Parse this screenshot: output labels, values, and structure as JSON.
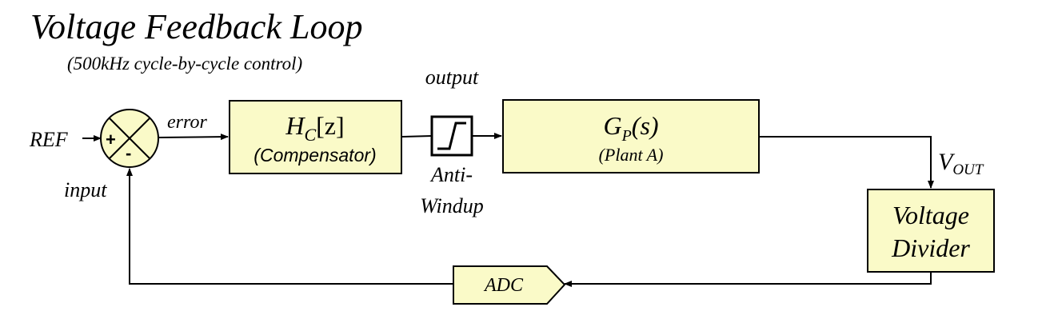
{
  "title": "Voltage Feedback Loop",
  "subtitle": "(500kHz cycle-by-cycle control)",
  "colors": {
    "block_fill": "#fafac8",
    "stroke": "#000000",
    "background": "#ffffff"
  },
  "labels": {
    "ref": "REF",
    "plus": "+",
    "minus": "-",
    "error": "error",
    "input": "input",
    "output": "output",
    "anti_windup_line1": "Anti-",
    "anti_windup_line2": "Windup",
    "vout_main": "V",
    "vout_sub": "OUT"
  },
  "blocks": {
    "compensator": {
      "name_main": "H",
      "name_sub": "C",
      "name_arg": "[z]",
      "caption": "(Compensator)"
    },
    "plant": {
      "name_main": "G",
      "name_sub": "P",
      "name_arg": "(s)",
      "caption": "(Plant A)"
    },
    "divider": {
      "line1": "Voltage",
      "line2": "Divider"
    },
    "adc": {
      "label": "ADC"
    }
  },
  "icons": {
    "summing_junction": "summing-junction-icon",
    "saturation": "saturation-limiter-icon"
  }
}
